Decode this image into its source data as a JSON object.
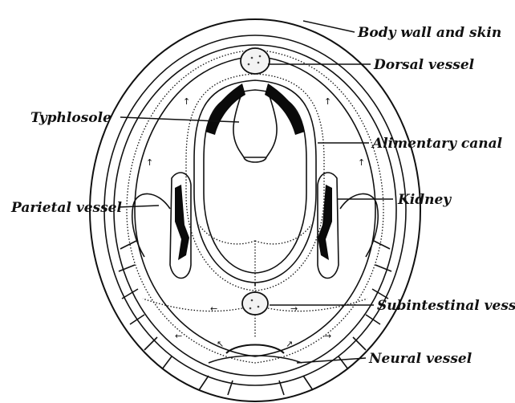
{
  "labels": {
    "body_wall": "Body wall and skin",
    "dorsal_vessel": "Dorsal vessel",
    "typhlosole": "Typhlosole",
    "alimentary_canal": "Alimentary canal",
    "parietal_vessel": "Parietal vessel",
    "kidney": "Kidney",
    "subintestinal_vessel": "Subintestinal vessel",
    "neural_vessel": "Neural vessel"
  }
}
